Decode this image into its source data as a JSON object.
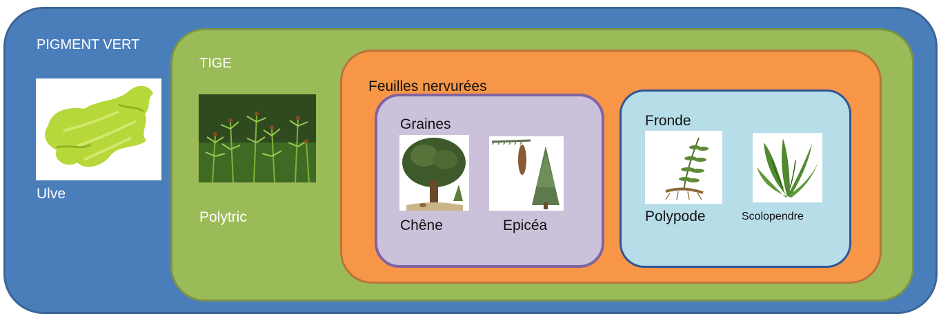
{
  "diagram": {
    "outer": {
      "title": "PIGMENT VERT",
      "example": "Ulve",
      "image": "ulva-seaweed-photo"
    },
    "stem": {
      "title": "TIGE",
      "example": "Polytric",
      "image": "polytrichum-moss-photo"
    },
    "veined_leaves": {
      "title": "Feuilles nervurées"
    },
    "seeds": {
      "title": "Graines",
      "examples": [
        {
          "label": "Chêne",
          "image": "oak-tree-illustration"
        },
        {
          "label": "Epicéa",
          "image": "spruce-tree-illustration"
        }
      ]
    },
    "frond": {
      "title": "Fronde",
      "examples": [
        {
          "label": "Polypode",
          "image": "polypody-fern-illustration"
        },
        {
          "label": "Scolopendre",
          "image": "hart-tongue-fern-illustration"
        }
      ]
    }
  },
  "colors": {
    "pigment_vert": "#4a7ebb",
    "tige": "#9bbb59",
    "feuilles_nervurees": "#f79646",
    "graines": "#ccc1da",
    "fronde": "#b7dde8"
  }
}
